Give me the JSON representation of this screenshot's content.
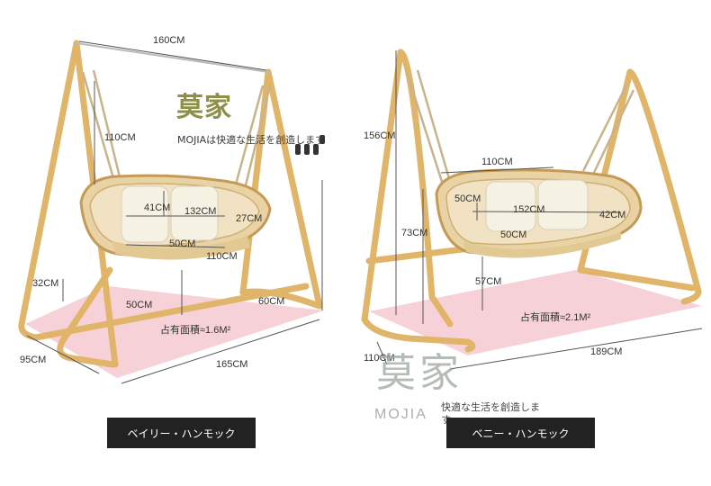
{
  "left_product": {
    "name": "ベイリー・ハンモック",
    "dimensions": {
      "frame_width": "160CM",
      "seat_height_from_top": "110CM",
      "seat_depth": "41CM",
      "seat_width": "132CM",
      "side_height": "27CM",
      "cushion_depth": "50CM",
      "seat_length": "110CM",
      "ground_clearance": "32CM",
      "base_depth": "50CM",
      "foot_width": "60CM",
      "overall_depth": "95CM",
      "overall_length": "165CM"
    },
    "footprint": "占有面積≈1.6M²"
  },
  "right_product": {
    "name": "ベニー・ハンモック",
    "dimensions": {
      "frame_height": "156CM",
      "seat_width_top": "110CM",
      "seat_depth": "50CM",
      "seat_width": "152CM",
      "side_height": "42CM",
      "seat_height": "73CM",
      "cushion_depth": "50CM",
      "ground_clearance": "57CM",
      "overall_depth": "110CM",
      "overall_length": "189CM"
    },
    "footprint": "占有面積≈2.1M²"
  },
  "watermark": {
    "logo": "莫家",
    "brand": "MOJIA",
    "tagline_top": "MOJIAは快適な生活を創造します",
    "tagline_bottom": "快適な生活を創造します"
  },
  "colors": {
    "frame": "#e0b56a",
    "rope": "#d9c7a3",
    "floor": "#f6c9d1",
    "cushion": "#f3efe2",
    "label_bg": "#222222"
  }
}
